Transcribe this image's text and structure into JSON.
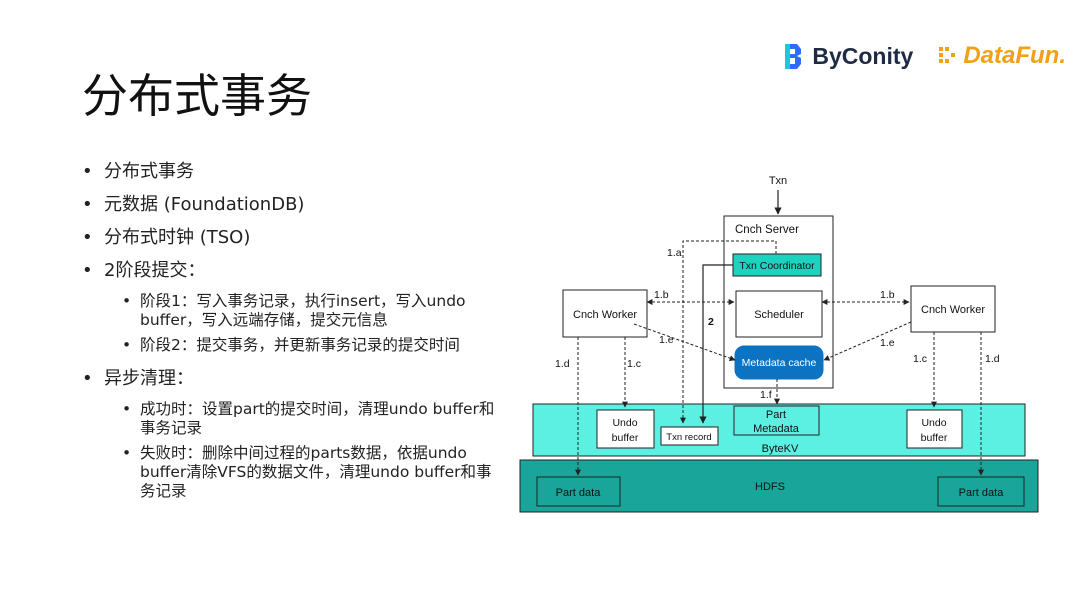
{
  "title": "分布式事务",
  "logos": {
    "byconity": "ByConity",
    "datafun": "DataFun."
  },
  "bullets": {
    "b1": "分布式事务",
    "b2": "元数据 (FoundationDB)",
    "b3": "分布式时钟 (TSO)",
    "b4": "2阶段提交：",
    "b4_1": "阶段1：写入事务记录，执行insert，写入undo buffer，写入远端存储，提交元信息",
    "b4_2": "阶段2：提交事务，并更新事务记录的提交时间",
    "b5": "异步清理：",
    "b5_1": "成功时：设置part的提交时间，清理undo buffer和事务记录",
    "b5_2": "失败时：删除中间过程的parts数据，依据undo buffer清除VFS的数据文件，清理undo buffer和事务记录"
  },
  "diagram": {
    "txn": "Txn",
    "cnch_server": "Cnch Server",
    "txn_coordinator": "Txn Coordinator",
    "scheduler": "Scheduler",
    "metadata_cache": "Metadata cache",
    "cnch_worker_left": "Cnch Worker",
    "cnch_worker_right": "Cnch Worker",
    "undo_buffer_left_1": "Undo",
    "undo_buffer_left_2": "buffer",
    "undo_buffer_right_1": "Undo",
    "undo_buffer_right_2": "buffer",
    "txn_record": "Txn record",
    "part_metadata_1": "Part",
    "part_metadata_2": "Metadata",
    "bytekv": "ByteKV",
    "hdfs": "HDFS",
    "part_data_left": "Part data",
    "part_data_right": "Part data",
    "label_1a": "1.a",
    "label_1b_left": "1.b",
    "label_1b_right": "1.b",
    "label_1e_left": "1.e",
    "label_1e_right": "1.e",
    "label_1d_left": "1.d",
    "label_1c_left": "1.c",
    "label_1c_right": "1.c",
    "label_1d_right": "1.d",
    "label_1f": "1.f",
    "label_2": "2"
  }
}
